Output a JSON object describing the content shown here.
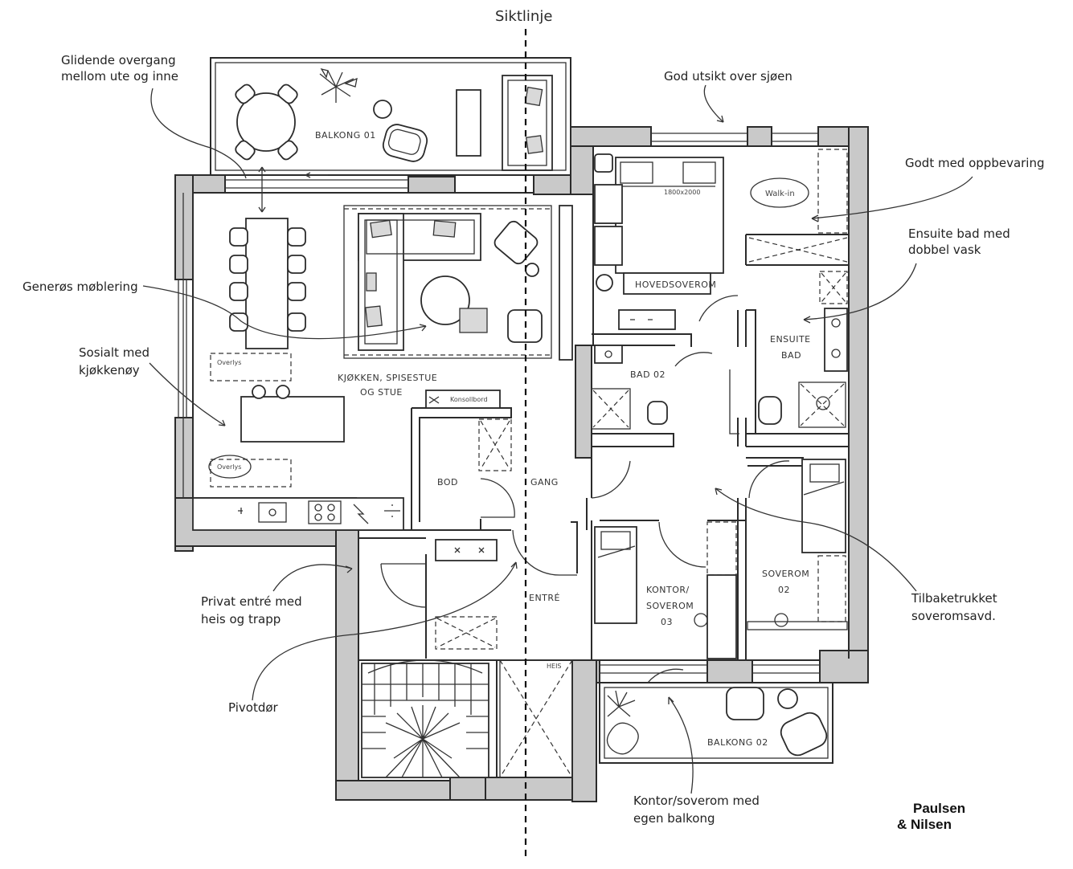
{
  "axis_label": "Siktlinje",
  "annotations": {
    "sliding": [
      "Glidende overgang",
      "mellom ute og inne"
    ],
    "view": "God utsikt over sjøen",
    "storage": "Godt med oppbevaring",
    "ensuite": [
      "Ensuite bad med",
      "dobbel vask"
    ],
    "furnishing": "Generøs møblering",
    "island": [
      "Sosialt med",
      "kjøkkenøy"
    ],
    "entrance": [
      "Privat entré med",
      "heis og trapp"
    ],
    "pivot": "Pivotdør",
    "bedroom_wing": [
      "Tilbaketrukket",
      "soveromsavd."
    ],
    "office_balcony": [
      "Kontor/soverom med",
      "egen balkong"
    ]
  },
  "rooms": {
    "balcony1": "BALKONG 01",
    "master": "HOVEDSOVEROM",
    "bed_size": "1800x2000",
    "walkin": "Walk-in",
    "ensuite": [
      "ENSUITE",
      "BAD"
    ],
    "bath2": "BAD 02",
    "living": [
      "KJØKKEN, SPISESTUE",
      "OG STUE"
    ],
    "console": "Konsollbord",
    "skylight1": "Overlys",
    "skylight2": "Overlys",
    "storage_room": "BOD",
    "hall": "GANG",
    "entry": "ENTRÉ",
    "office": [
      "KONTOR/",
      "SOVEROM",
      "03"
    ],
    "bedroom2": [
      "SOVEROM",
      "02"
    ],
    "lift": "HEIS",
    "balcony2": "BALKONG 02"
  },
  "brand": {
    "line1": "Paulsen",
    "line2": "&   Nilsen"
  }
}
